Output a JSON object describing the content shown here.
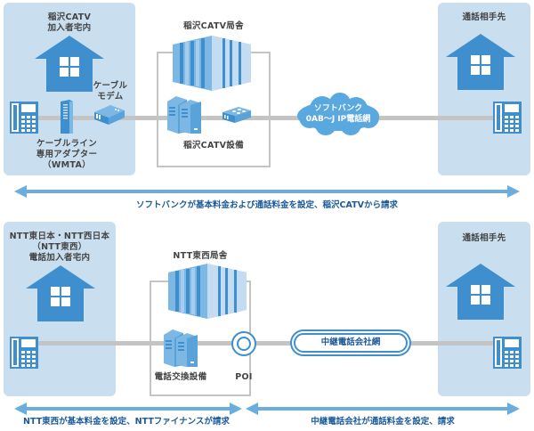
{
  "colors": {
    "panel_bg": "#c9dff0",
    "icon_blue": "#3f8fcf",
    "light_blue": "#7db7e3",
    "line_gray": "#c4c4c4",
    "arrow_blue": "#6aaee0",
    "caption_blue": "#1a5a9a"
  },
  "top": {
    "left_panel": {
      "title_line1": "稲沢CATV",
      "title_line2": "加入者宅内",
      "modem_label_line1": "ケーブル",
      "modem_label_line2": "モデム",
      "adapter_label_line1": "ケーブルライン",
      "adapter_label_line2": "専用アダプター",
      "adapter_label_line3": "（WMTA）"
    },
    "office": {
      "title": "稲沢CATV局舎",
      "equipment_label": "稲沢CATV設備"
    },
    "cloud": {
      "line1": "ソフトバンク",
      "line2": "0AB～J IP電話網"
    },
    "right_panel": {
      "title": "通話相手先"
    },
    "billing_caption": "ソフトバンクが基本料金および通話料金を設定、稲沢CATVから請求"
  },
  "bottom": {
    "left_panel": {
      "title_line1": "NTT東日本・NTT西日本",
      "title_line2": "（NTT東西）",
      "title_line3": "電話加入者宅内"
    },
    "office": {
      "title": "NTT東西局舎",
      "equipment_label": "電話交換設備",
      "poi_label": "POI"
    },
    "carrier_network": "中継電話会社網",
    "right_panel": {
      "title": "通話相手先"
    },
    "billing_caption_left": "NTT東西が基本料金を設定、NTTファイナンスが請求",
    "billing_caption_right": "中継電話会社が通話料金を設定、請求"
  }
}
